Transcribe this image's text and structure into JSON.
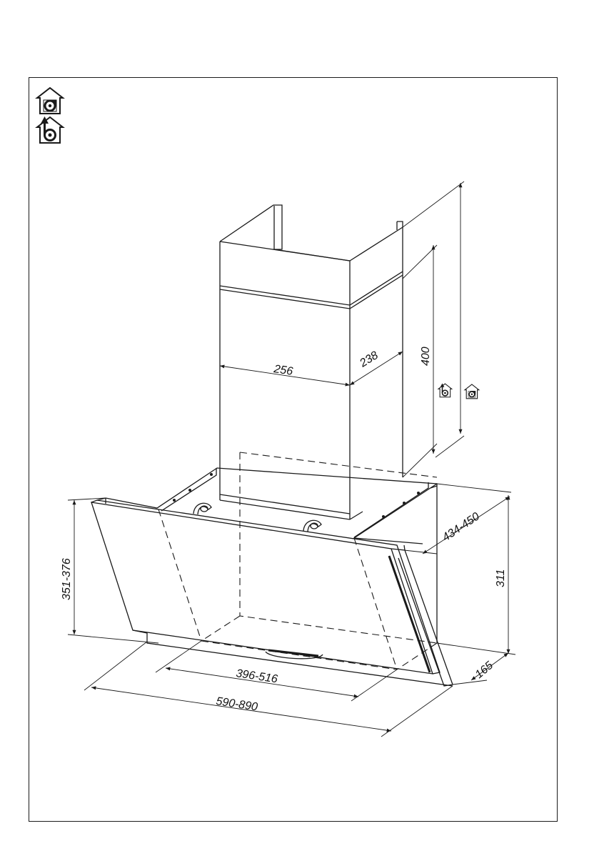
{
  "icons": {
    "recirculation": "recirculation-mode-icon",
    "extraction": "extraction-mode-icon"
  },
  "dimensions": {
    "duct_width": "256",
    "duct_depth": "238",
    "duct_height": "400",
    "hood_depth": "434-450",
    "front_height": "351-376",
    "back_height": "311",
    "bottom_offset": "165",
    "inner_width": "396-516",
    "overall_width": "590-890"
  },
  "colors": {
    "line": "#1a1a1a",
    "background": "#ffffff"
  }
}
